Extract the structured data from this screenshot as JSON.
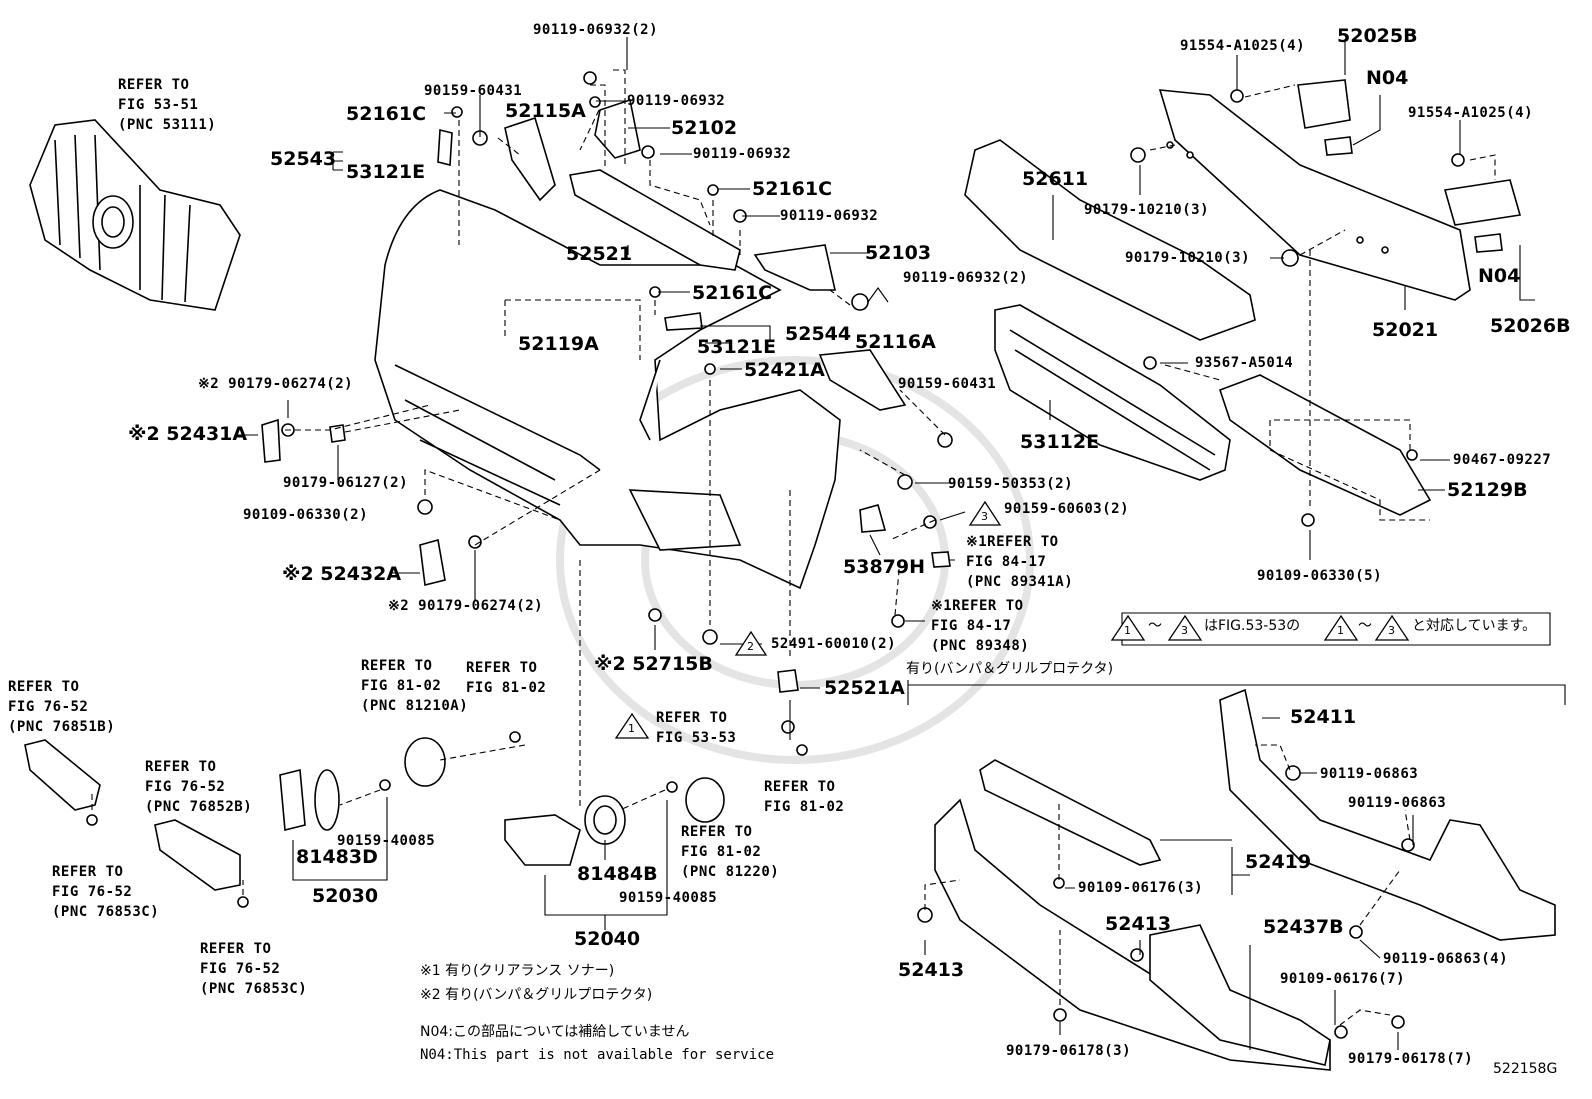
{
  "diagram_id": "522158G",
  "labels": {
    "p_90119_06932_2a": "90119-06932(2)",
    "p_90159_60431_a": "90159-60431",
    "p_52161c_a": "52161C",
    "p_52115a": "52115A",
    "p_90119_06932_a": "90119-06932",
    "p_52102": "52102",
    "p_52543": "52543",
    "p_53121e_a": "53121E",
    "p_90119_06932_b": "90119-06932",
    "p_52161c_b": "52161C",
    "p_90119_06932_c": "90119-06932",
    "p_52521": "52521",
    "p_52103": "52103",
    "p_90119_06932_2b": "90119-06932(2)",
    "p_52161c_c": "52161C",
    "p_52544": "52544",
    "p_53121e_b": "53121E",
    "p_52119a": "52119A",
    "p_52116a": "52116A",
    "p_52421a": "52421A",
    "p_90159_60431_b": "90159-60431",
    "p_90179_06274_2a": "※2 90179-06274(2)",
    "p_52431a": "※2 52431A",
    "p_90179_06127_2": "90179-06127(2)",
    "p_90109_06330_2": "90109-06330(2)",
    "p_90159_50353_2": "90159-50353(2)",
    "p_90159_60603_2": "90159-60603(2)",
    "p_53879h": "53879H",
    "p_52432a": "※2 52432A",
    "p_90179_06274_2b": "※2 90179-06274(2)",
    "p_52715b": "※2 52715B",
    "p_52491_60010_2": "52491-60010(2)",
    "p_52521a": "52521A",
    "p_52025b": "52025B",
    "p_91554_a1025_4a": "91554-A1025(4)",
    "p_n04_a": "N04",
    "p_91554_a1025_4b": "91554-A1025(4)",
    "p_52611": "52611",
    "p_90179_10210_3a": "90179-10210(3)",
    "p_90179_10210_3b": "90179-10210(3)",
    "p_n04_b": "N04",
    "p_52021": "52021",
    "p_52026b": "52026B",
    "p_93567_a5014": "93567-A5014",
    "p_53112e": "53112E",
    "p_90467_09227": "90467-09227",
    "p_52129b": "52129B",
    "p_90109_06330_5": "90109-06330(5)",
    "p_52411": "52411",
    "p_90119_06863_a": "90119-06863",
    "p_90119_06863_b": "90119-06863",
    "p_52419": "52419",
    "p_90109_06176_3": "90109-06176(3)",
    "p_52413_a": "52413",
    "p_52413_b": "52413",
    "p_52437b": "52437B",
    "p_90119_06863_4": "90119-06863(4)",
    "p_90109_06176_7": "90109-06176(7)",
    "p_90179_06178_3": "90179-06178(3)",
    "p_90179_06178_7": "90179-06178(7)",
    "p_81483d": "81483D",
    "p_52030": "52030",
    "p_90159_40085_a": "90159-40085",
    "p_81484b": "81484B",
    "p_52040": "52040",
    "p_90159_40085_b": "90159-40085"
  },
  "refs": {
    "r_grille": "REFER TO\nFIG 53-51\n(PNC 53111)",
    "r_89341a": "※1REFER TO\nFIG 84-17\n(PNC 89341A)",
    "r_89348": "※1REFER TO\nFIG 84-17\n(PNC 89348)",
    "r_81210a": "REFER TO\nFIG 81-02\n(PNC 81210A)",
    "r_81_02_a": "REFER TO\nFIG 81-02",
    "r_53_53": "REFER TO\nFIG 53-53",
    "r_81_02_b": "REFER TO\nFIG 81-02",
    "r_81220": "REFER TO\nFIG 81-02\n(PNC 81220)",
    "r_76851b": "REFER TO\nFIG 76-52\n(PNC 76851B)",
    "r_76852b": "REFER TO\nFIG 76-52\n(PNC 76852B)",
    "r_76853c_a": "REFER TO\nFIG 76-52\n(PNC 76853C)",
    "r_76853c_b": "REFER TO\nFIG 76-52\n(PNC 76853C)"
  },
  "notes": {
    "bumper_protector": "有り(バンパ＆グリルプロテクタ)",
    "legend_text": "はFIG.53-53の",
    "legend_tail": "と対応しています。",
    "legend_tilde": "～",
    "legend_n1": "1",
    "legend_n3": "3",
    "note1": "※1 有り(クリアランス ソナー)",
    "note2": "※2 有り(バンパ＆グリルプロテクタ)",
    "n04_jp": "N04:この部品については補給していません",
    "n04_en": "N04:This part is not available for service"
  },
  "triangles": {
    "t_90159_60603": "3",
    "t_52491": "2",
    "t_53_53": "1"
  }
}
